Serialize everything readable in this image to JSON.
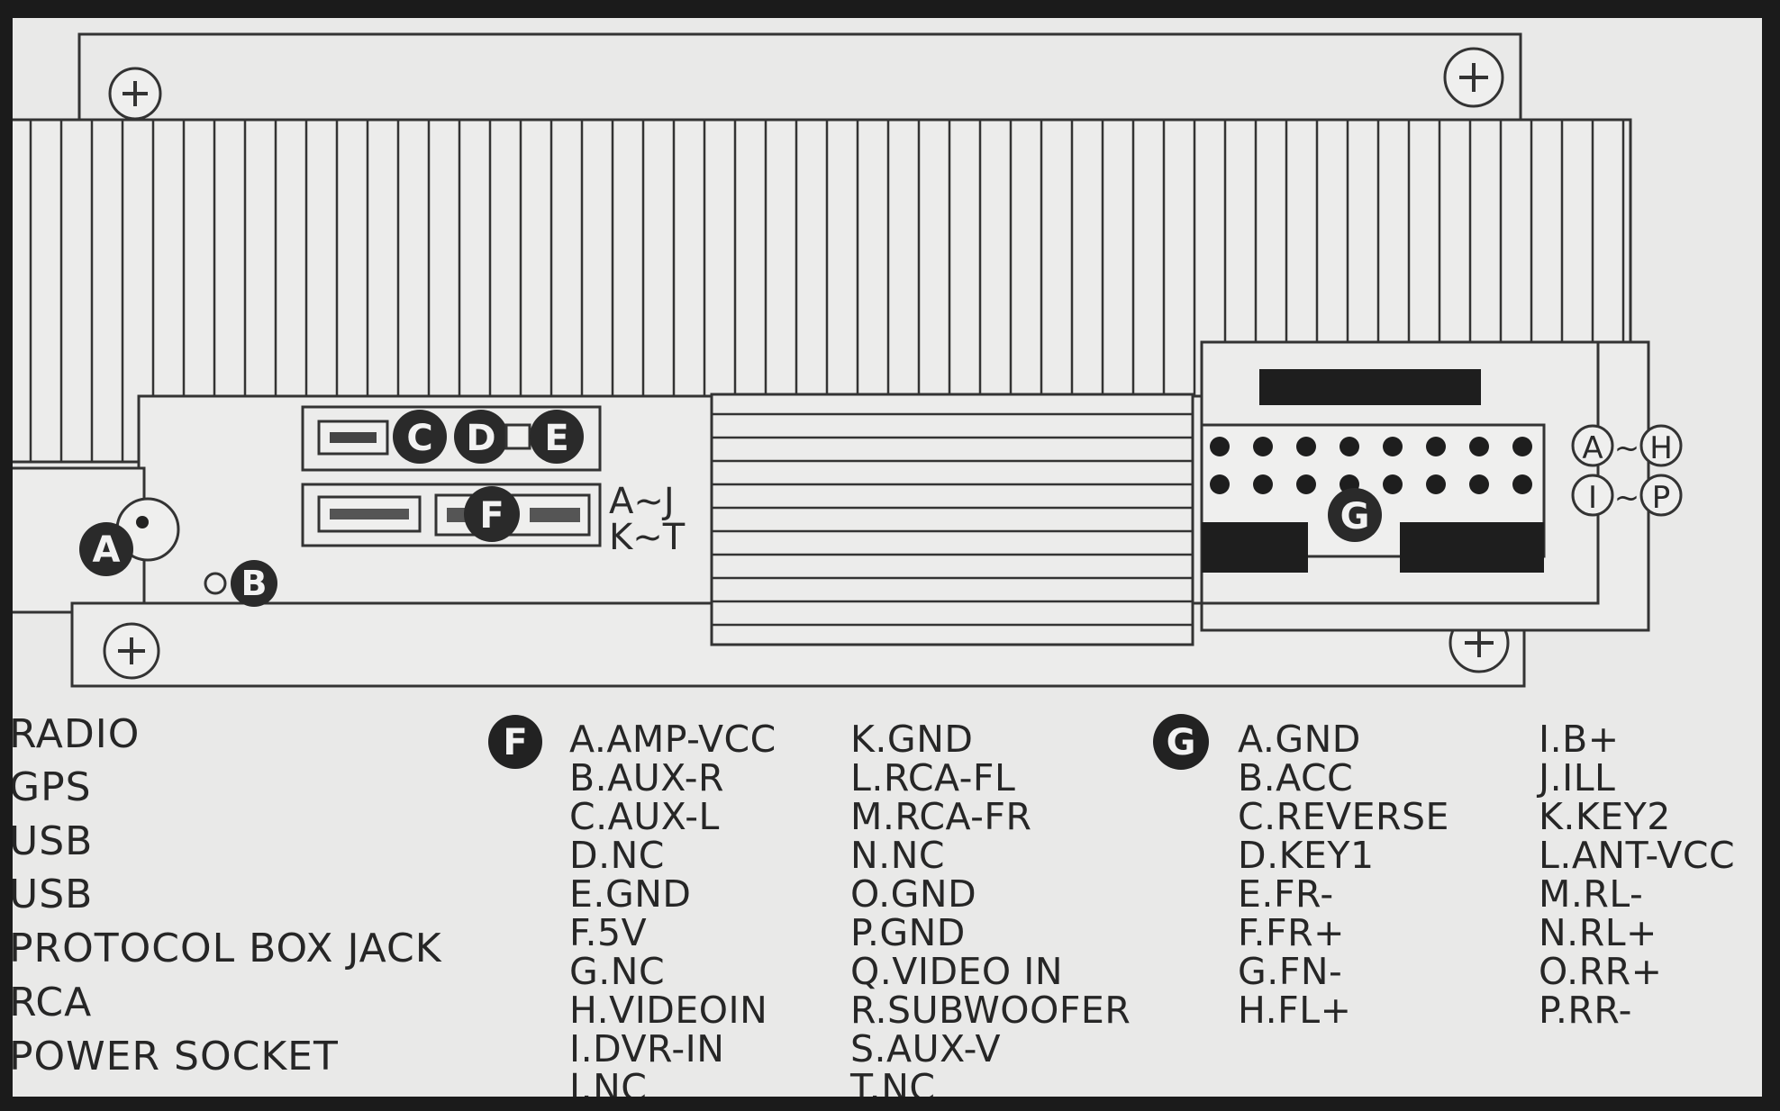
{
  "connector_labels": {
    "a": "A",
    "b": "B",
    "c": "C",
    "d": "D",
    "e": "E",
    "f": "F",
    "g": "G",
    "fj_top": "A~J",
    "fj_bottom": "K~T",
    "g_row1_start": "A",
    "g_row1_sep": "~",
    "g_row1_end": "H",
    "g_row2_start": "I",
    "g_row2_sep": "~",
    "g_row2_end": "P"
  },
  "legend_left": [
    "RADIO",
    "GPS",
    "USB",
    "USB",
    "PROTOCOL BOX JACK",
    "RCA",
    "POWER SOCKET"
  ],
  "legend_f": {
    "badge": "F",
    "col1": [
      "A.AMP-VCC",
      "B.AUX-R",
      "C.AUX-L",
      "D.NC",
      "E.GND",
      "F.5V",
      "G.NC",
      "H.VIDEOIN",
      "I.DVR-IN",
      "J.NC"
    ],
    "col2": [
      "K.GND",
      "L.RCA-FL",
      "M.RCA-FR",
      "N.NC",
      "O.GND",
      "P.GND",
      "Q.VIDEO IN",
      "R.SUBWOOFER",
      "S.AUX-V",
      "T.NC"
    ]
  },
  "legend_g": {
    "badge": "G",
    "col1": [
      "A.GND",
      "B.ACC",
      "C.REVERSE",
      "D.KEY1",
      "E.FR-",
      "F.FR+",
      "G.FN-",
      "H.FL+"
    ],
    "col2": [
      "I.B+",
      "J.ILL",
      "K.KEY2",
      "L.ANT-VCC",
      "M.RL-",
      "N.RL+",
      "O.RR+",
      "P.RR-"
    ]
  }
}
